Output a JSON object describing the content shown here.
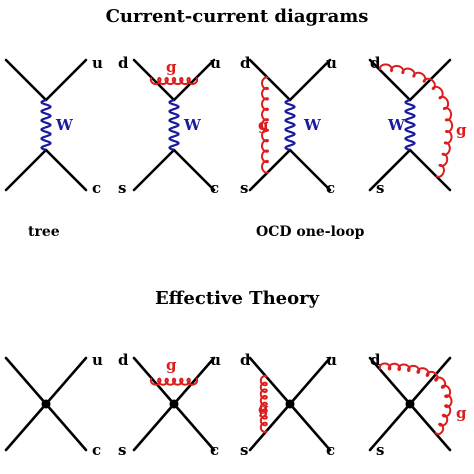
{
  "titles": {
    "current_current": "Current-current diagrams",
    "effective_theory": "Effective Theory"
  },
  "captions": {
    "tree": "tree",
    "qcd": "OCD one-loop"
  },
  "particles": {
    "u": "u",
    "d": "d",
    "s": "s",
    "c": "c",
    "W": "W",
    "g": "g"
  },
  "colors": {
    "quark_line": "#000000",
    "w_boson": "#1a1aa0",
    "gluon": "#dd1c1c"
  }
}
